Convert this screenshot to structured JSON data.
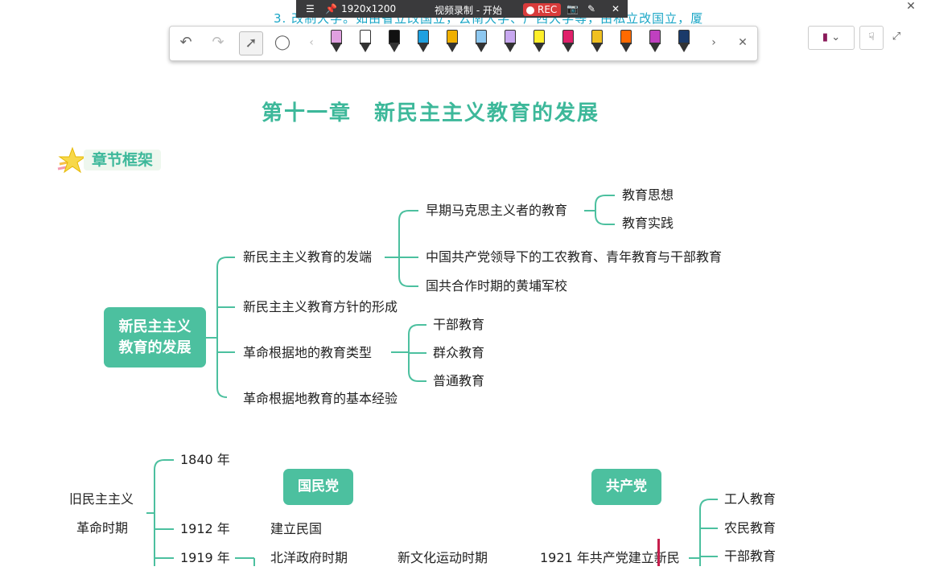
{
  "recorder": {
    "background_text": "3. 改制大学。如由省立改国立，云南大学、广西大学等，由私立改国立，厦",
    "resolution": "1920x1200",
    "title": "视频录制 - 开始",
    "rec_label": "REC"
  },
  "toolbar": {
    "pens": [
      {
        "icon": "highlighter-icon",
        "color": "#e0a0e0"
      },
      {
        "icon": "pen-outline-icon",
        "color": "#ffffff"
      },
      {
        "icon": "pen-icon",
        "color": "#111111"
      },
      {
        "icon": "pen-icon",
        "color": "#1ea0e0"
      },
      {
        "icon": "pen-icon",
        "color": "#f0b000"
      },
      {
        "icon": "highlighter-icon",
        "color": "#8ec8f0"
      },
      {
        "icon": "highlighter-icon",
        "color": "#c8a8f0"
      },
      {
        "icon": "highlighter-icon",
        "color": "#ffef2a"
      },
      {
        "icon": "pen-icon",
        "color": "#e0206a"
      },
      {
        "icon": "pen-icon",
        "color": "#f0c020"
      },
      {
        "icon": "pen-icon",
        "color": "#ff6a00"
      },
      {
        "icon": "marker-icon",
        "color": "#c040c0"
      },
      {
        "icon": "fountain-pen-icon",
        "color": "#1a3a6a"
      }
    ]
  },
  "doc": {
    "chapter_title": "第十一章　新民主主义教育的发展",
    "section_label": "章节框架",
    "mindmap": {
      "root": [
        "新民主主义",
        "教育的发展"
      ],
      "b1": "新民主主义教育的发端",
      "b1_1": "早期马克思主义者的教育",
      "b1_1_1": "教育思想",
      "b1_1_2": "教育实践",
      "b1_2": "中国共产党领导下的工农教育、青年教育与干部教育",
      "b1_3": "国共合作时期的黄埔军校",
      "b2": "新民主主义教育方针的形成",
      "b3": "革命根据地的教育类型",
      "b3_1": "干部教育",
      "b3_2": "群众教育",
      "b3_3": "普通教育",
      "b4": "革命根据地教育的基本经验"
    },
    "timeline": {
      "era_1": "旧民主主义",
      "era_2": "革命时期",
      "y1840": "1840 年",
      "y1912": "1912 年",
      "y1912_note": "建立民国",
      "y1919": "1919 年",
      "y1919_note": "北洋政府时期",
      "culture": "新文化运动时期",
      "kmt": "国民党",
      "cpc": "共产党",
      "y1921": "1921 年共产党建立新民",
      "edu_1": "工人教育",
      "edu_2": "农民教育",
      "edu_3": "干部教育"
    }
  }
}
